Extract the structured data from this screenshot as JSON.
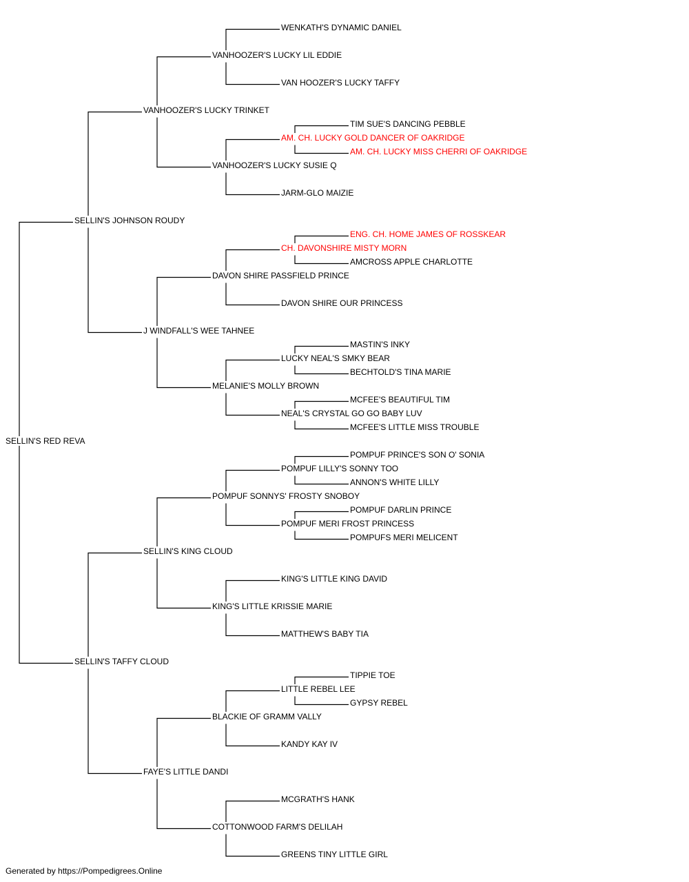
{
  "colors": {
    "normal": "#000000",
    "champion": "#ff0000",
    "line": "#000000"
  },
  "footer": "Generated by https://Pompedigrees.Online",
  "nodes": [
    {
      "id": "n0",
      "name": "SELLIN'S RED REVA",
      "gen": 0,
      "row": 31,
      "red": false
    },
    {
      "id": "n1",
      "name": "SELLIN'S JOHNSON ROUDY",
      "gen": 1,
      "row": 15,
      "red": false
    },
    {
      "id": "n2",
      "name": "SELLIN'S TAFFY CLOUD",
      "gen": 1,
      "row": 47,
      "red": false
    },
    {
      "id": "n3",
      "name": "VANHOOZER'S LUCKY TRINKET",
      "gen": 2,
      "row": 7,
      "red": false
    },
    {
      "id": "n4",
      "name": "J WINDFALL'S WEE TAHNEE",
      "gen": 2,
      "row": 23,
      "red": false
    },
    {
      "id": "n5",
      "name": "SELLIN'S KING CLOUD",
      "gen": 2,
      "row": 39,
      "red": false
    },
    {
      "id": "n6",
      "name": "FAYE'S LITTLE DANDI",
      "gen": 2,
      "row": 55,
      "red": false
    },
    {
      "id": "n7",
      "name": "VANHOOZER'S LUCKY LIL EDDIE",
      "gen": 3,
      "row": 3,
      "red": false
    },
    {
      "id": "n8",
      "name": "VANHOOZER'S LUCKY SUSIE Q",
      "gen": 3,
      "row": 11,
      "red": false
    },
    {
      "id": "n9",
      "name": "DAVON SHIRE PASSFIELD PRINCE",
      "gen": 3,
      "row": 19,
      "red": false
    },
    {
      "id": "n10",
      "name": "MELANIE'S MOLLY BROWN",
      "gen": 3,
      "row": 27,
      "red": false
    },
    {
      "id": "n11",
      "name": "POMPUF SONNYS' FROSTY SNOBOY",
      "gen": 3,
      "row": 35,
      "red": false
    },
    {
      "id": "n12",
      "name": "KING'S LITTLE KRISSIE MARIE",
      "gen": 3,
      "row": 43,
      "red": false
    },
    {
      "id": "n13",
      "name": "BLACKIE OF GRAMM VALLY",
      "gen": 3,
      "row": 51,
      "red": false
    },
    {
      "id": "n14",
      "name": "COTTONWOOD FARM'S DELILAH",
      "gen": 3,
      "row": 59,
      "red": false
    },
    {
      "id": "n15",
      "name": "WENKATH'S DYNAMIC DANIEL",
      "gen": 4,
      "row": 1,
      "red": false
    },
    {
      "id": "n16",
      "name": "VAN HOOZER'S LUCKY TAFFY",
      "gen": 4,
      "row": 5,
      "red": false
    },
    {
      "id": "n17",
      "name": "AM. CH. LUCKY GOLD DANCER OF OAKRIDGE",
      "gen": 4,
      "row": 9,
      "red": true
    },
    {
      "id": "n18",
      "name": "JARM-GLO MAIZIE",
      "gen": 4,
      "row": 13,
      "red": false
    },
    {
      "id": "n19",
      "name": "CH. DAVONSHIRE MISTY MORN",
      "gen": 4,
      "row": 17,
      "red": true
    },
    {
      "id": "n20",
      "name": "DAVON SHIRE OUR PRINCESS",
      "gen": 4,
      "row": 21,
      "red": false
    },
    {
      "id": "n21",
      "name": "LUCKY NEAL'S SMKY BEAR",
      "gen": 4,
      "row": 25,
      "red": false
    },
    {
      "id": "n22",
      "name": "NEAL'S CRYSTAL GO GO BABY LUV",
      "gen": 4,
      "row": 29,
      "red": false
    },
    {
      "id": "n23",
      "name": "POMPUF LILLY'S SONNY TOO",
      "gen": 4,
      "row": 33,
      "red": false
    },
    {
      "id": "n24",
      "name": "POMPUF MERI FROST PRINCESS",
      "gen": 4,
      "row": 37,
      "red": false
    },
    {
      "id": "n25",
      "name": "KING'S LITTLE KING DAVID",
      "gen": 4,
      "row": 41,
      "red": false
    },
    {
      "id": "n26",
      "name": "MATTHEW'S BABY TIA",
      "gen": 4,
      "row": 45,
      "red": false
    },
    {
      "id": "n27",
      "name": "LITTLE REBEL LEE",
      "gen": 4,
      "row": 49,
      "red": false
    },
    {
      "id": "n28",
      "name": "KANDY KAY IV",
      "gen": 4,
      "row": 53,
      "red": false
    },
    {
      "id": "n29",
      "name": "MCGRATH'S HANK",
      "gen": 4,
      "row": 57,
      "red": false
    },
    {
      "id": "n30",
      "name": "GREENS TINY LITTLE GIRL",
      "gen": 4,
      "row": 61,
      "red": false
    },
    {
      "id": "n31",
      "name": "TIM SUE'S DANCING PEBBLE",
      "gen": 5,
      "row": 8,
      "red": false
    },
    {
      "id": "n32",
      "name": "AM. CH. LUCKY MISS CHERRI OF OAKRIDGE",
      "gen": 5,
      "row": 10,
      "red": true
    },
    {
      "id": "n33",
      "name": "ENG. CH. HOME JAMES OF ROSSKEAR",
      "gen": 5,
      "row": 16,
      "red": true
    },
    {
      "id": "n34",
      "name": "AMCROSS APPLE CHARLOTTE",
      "gen": 5,
      "row": 18,
      "red": false
    },
    {
      "id": "n35",
      "name": "MASTIN'S INKY",
      "gen": 5,
      "row": 24,
      "red": false
    },
    {
      "id": "n36",
      "name": "BECHTOLD'S TINA MARIE",
      "gen": 5,
      "row": 26,
      "red": false
    },
    {
      "id": "n37",
      "name": "MCFEE'S BEAUTIFUL TIM",
      "gen": 5,
      "row": 28,
      "red": false
    },
    {
      "id": "n38",
      "name": "MCFEE'S LITTLE MISS TROUBLE",
      "gen": 5,
      "row": 30,
      "red": false
    },
    {
      "id": "n39",
      "name": "POMPUF PRINCE'S SON O' SONIA",
      "gen": 5,
      "row": 32,
      "red": false
    },
    {
      "id": "n40",
      "name": "ANNON'S WHITE LILLY",
      "gen": 5,
      "row": 34,
      "red": false
    },
    {
      "id": "n41",
      "name": "POMPUF DARLIN PRINCE",
      "gen": 5,
      "row": 36,
      "red": false
    },
    {
      "id": "n42",
      "name": "POMPUFS MERI MELICENT",
      "gen": 5,
      "row": 38,
      "red": false
    },
    {
      "id": "n43",
      "name": "TIPPIE TOE",
      "gen": 5,
      "row": 48,
      "red": false
    },
    {
      "id": "n44",
      "name": "GYPSY REBEL",
      "gen": 5,
      "row": 50,
      "red": false
    }
  ],
  "edges": [
    [
      "n0",
      "n1"
    ],
    [
      "n0",
      "n2"
    ],
    [
      "n1",
      "n3"
    ],
    [
      "n1",
      "n4"
    ],
    [
      "n2",
      "n5"
    ],
    [
      "n2",
      "n6"
    ],
    [
      "n3",
      "n7"
    ],
    [
      "n3",
      "n8"
    ],
    [
      "n4",
      "n9"
    ],
    [
      "n4",
      "n10"
    ],
    [
      "n5",
      "n11"
    ],
    [
      "n5",
      "n12"
    ],
    [
      "n6",
      "n13"
    ],
    [
      "n6",
      "n14"
    ],
    [
      "n7",
      "n15"
    ],
    [
      "n7",
      "n16"
    ],
    [
      "n8",
      "n17"
    ],
    [
      "n8",
      "n18"
    ],
    [
      "n9",
      "n19"
    ],
    [
      "n9",
      "n20"
    ],
    [
      "n10",
      "n21"
    ],
    [
      "n10",
      "n22"
    ],
    [
      "n11",
      "n23"
    ],
    [
      "n11",
      "n24"
    ],
    [
      "n12",
      "n25"
    ],
    [
      "n12",
      "n26"
    ],
    [
      "n13",
      "n27"
    ],
    [
      "n13",
      "n28"
    ],
    [
      "n14",
      "n29"
    ],
    [
      "n14",
      "n30"
    ],
    [
      "n17",
      "n31"
    ],
    [
      "n17",
      "n32"
    ],
    [
      "n19",
      "n33"
    ],
    [
      "n19",
      "n34"
    ],
    [
      "n21",
      "n35"
    ],
    [
      "n21",
      "n36"
    ],
    [
      "n22",
      "n37"
    ],
    [
      "n22",
      "n38"
    ],
    [
      "n23",
      "n39"
    ],
    [
      "n23",
      "n40"
    ],
    [
      "n24",
      "n41"
    ],
    [
      "n24",
      "n42"
    ],
    [
      "n27",
      "n43"
    ],
    [
      "n27",
      "n44"
    ]
  ]
}
